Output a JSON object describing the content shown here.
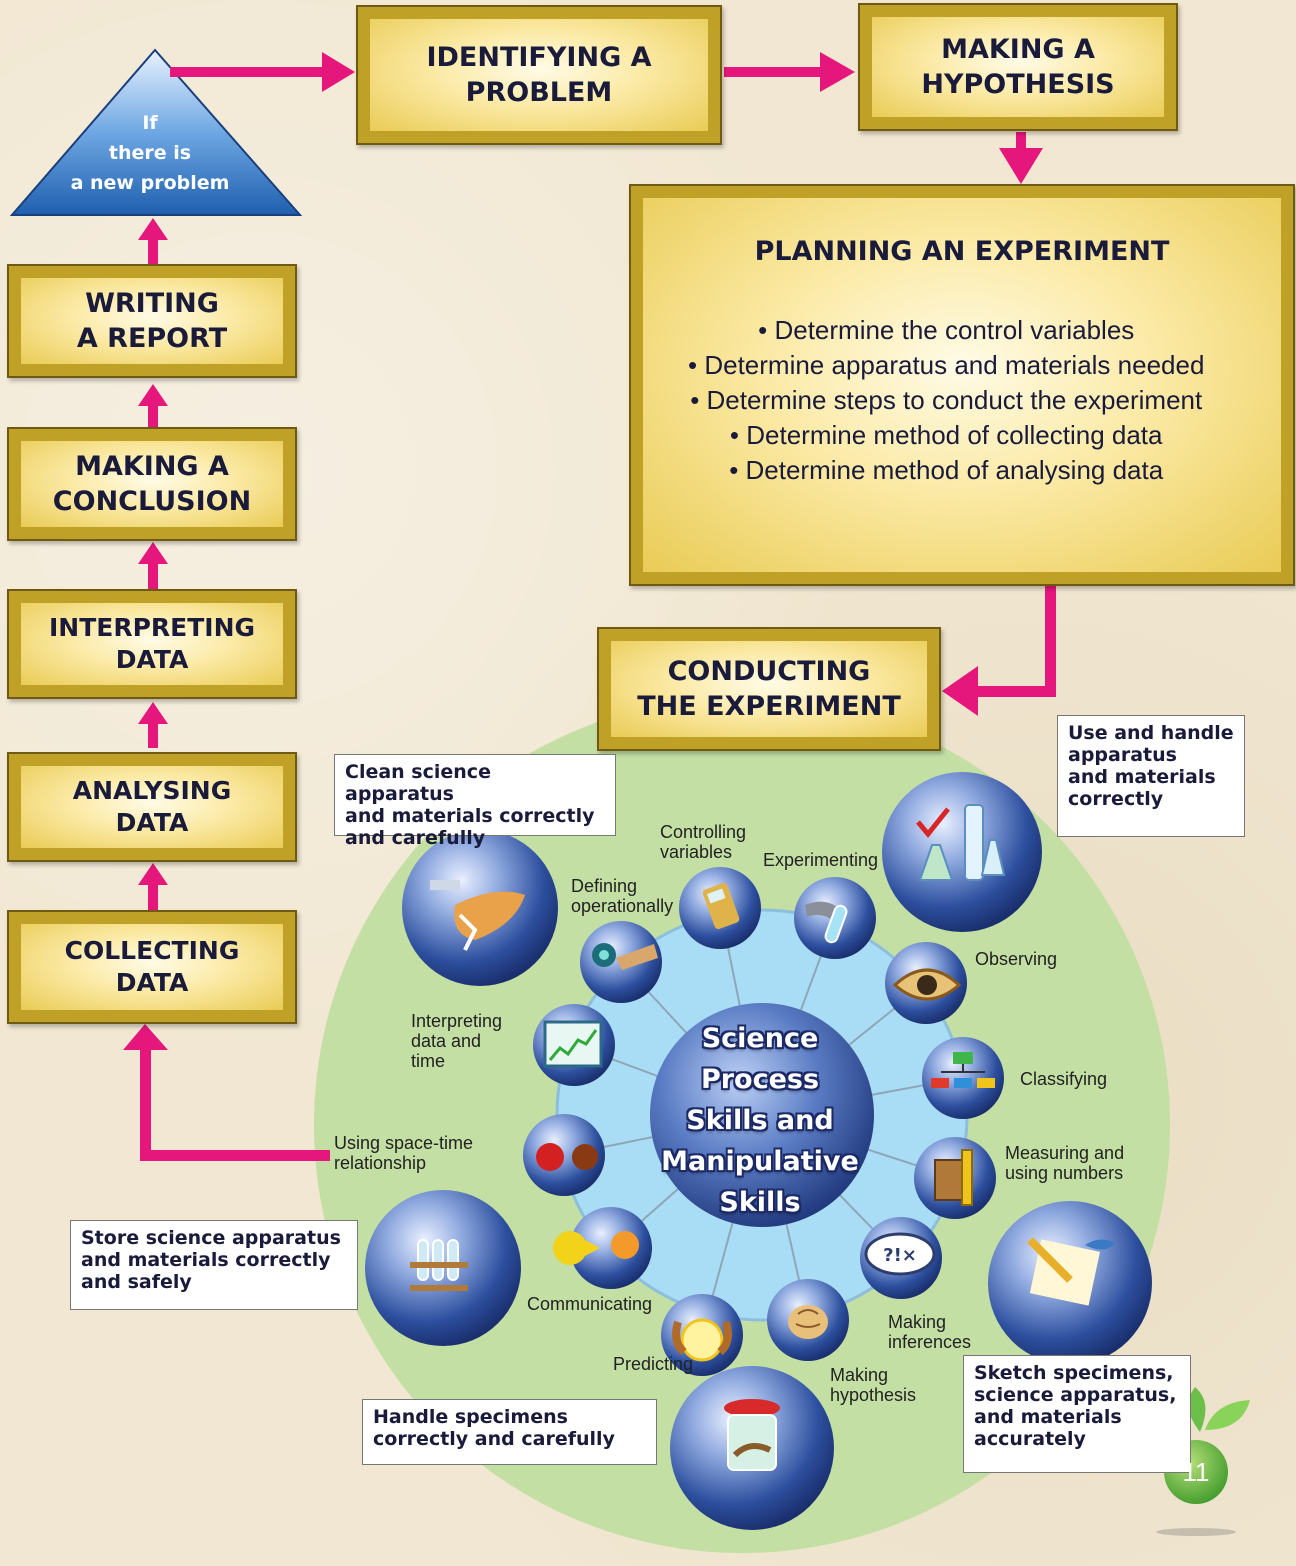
{
  "steps": {
    "identifying": "IDENTIFYING A\nPROBLEM",
    "hypothesis": "MAKING A\nHYPOTHESIS",
    "planning_title": "PLANNING AN EXPERIMENT",
    "planning_items": [
      "Determine the control variables",
      "Determine apparatus and materials needed",
      "Determine steps to conduct the experiment",
      "Determine method of collecting data",
      "Determine method of analysing data"
    ],
    "conducting": "CONDUCTING\nTHE EXPERIMENT",
    "collecting": "COLLECTING\nDATA",
    "analysing": "ANALYSING\nDATA",
    "interpreting": "INTERPRETING\nDATA",
    "conclusion": "MAKING A\nCONCLUSION",
    "report": "WRITING\nA REPORT",
    "new_problem": "If\nthere is\na new problem"
  },
  "center_title": "Science\nProcess\nSkills and\nManipulative\nSkills",
  "skills": {
    "controlling": "Controlling\nvariables",
    "experimenting": "Experimenting",
    "defining": "Defining\noperationally",
    "observing": "Observing",
    "classifying": "Classifying",
    "measuring": "Measuring and\nusing numbers",
    "interpreting": "Interpreting\ndata and\ntime",
    "space_time": "Using space-time\nrelationship",
    "communicating": "Communicating",
    "predicting": "Predicting",
    "making_hypothesis": "Making\nhypothesis",
    "inferences": "Making\ninferences"
  },
  "manipulative": {
    "clean": "Clean science apparatus\nand materials correctly\nand carefully",
    "use": "Use and handle\napparatus\nand materials\ncorrectly",
    "store": "Store science apparatus\nand materials correctly\nand safely",
    "handle": "Handle specimens\ncorrectly and carefully",
    "sketch": "Sketch specimens,\nscience apparatus,\nand materials\naccurately"
  },
  "page_number": "11",
  "colors": {
    "arrow": "#e6177c",
    "gold": "#bfa127",
    "circle": "#c3dfa4",
    "ring": "#a9dcf5",
    "sphere": "#2d4f9e"
  },
  "icons": [
    "check-beaker-icon",
    "tap-washing-icon",
    "touch-target-icon",
    "calculator-hand-icon",
    "test-tube-hand-icon",
    "eye-icon",
    "org-chart-icon",
    "line-graph-icon",
    "apples-icon",
    "pacman-faces-icon",
    "crystal-ball-icon",
    "brain-icon",
    "thought-bubble-icon",
    "ruler-book-icon",
    "pencil-drawing-icon",
    "test-tube-rack-icon",
    "specimen-jar-icon",
    "leaf-sprout-icon"
  ]
}
